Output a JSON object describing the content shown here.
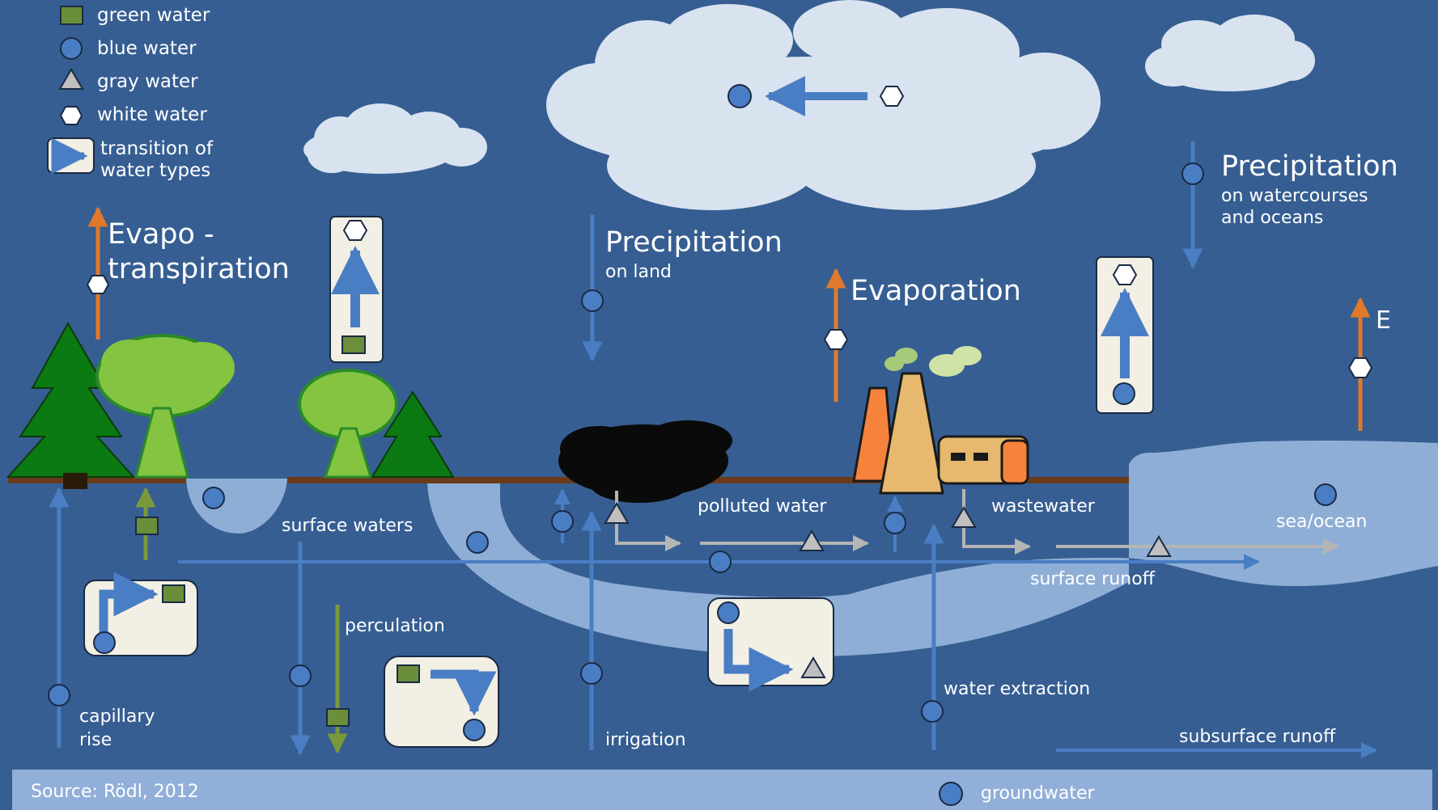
{
  "legend": {
    "green": "green  water",
    "blue": "blue  water",
    "gray": "gray water",
    "white": "white water",
    "transition_line1": "transition of",
    "transition_line2": "water types"
  },
  "labels": {
    "evapo_line1": "Evapo -",
    "evapo_line2": "transpiration",
    "precip_land": "Precipitation",
    "precip_land_sub": "on land",
    "evaporation": "Evaporation",
    "precip_ocean": "Precipitation",
    "precip_ocean_sub1": "on watercourses",
    "precip_ocean_sub2": "and oceans",
    "e_short": "E",
    "surface_waters": "surface waters",
    "polluted_water": "polluted water",
    "wastewater": "wastewater",
    "sea_ocean": "sea/ocean",
    "surface_runoff": "surface runoff",
    "perculation": "perculation",
    "water_extraction": "water extraction",
    "capillary1": "capillary",
    "capillary2": "rise",
    "irrigation": "irrigation",
    "subsurface_runoff": "subsurface runoff",
    "groundwater": "groundwater",
    "source": "Source: Rödl, 2012"
  },
  "colors": {
    "background": "#365e92",
    "ground_band": "#91afd8",
    "water_body": "#8eaed6",
    "cloud": "#d9e3f0",
    "blue_marker": "#4a7ec4",
    "green_marker": "#6b8e3a",
    "gray_marker": "#bfbfbf",
    "evaporation_arrow": "#e07a2a",
    "soil_line": "#6b3a1a",
    "tree_dark": "#0b7a12",
    "tree_light": "#84c441",
    "factory_orange": "#f5833c",
    "factory_tan": "#e6b96e"
  },
  "icons": [
    "green-square-marker",
    "blue-circle-marker",
    "gray-triangle-marker",
    "white-hexagon-marker",
    "transition-arrow-icon",
    "cloud",
    "pine-tree",
    "deciduous-tree",
    "factory",
    "oil-spill"
  ]
}
